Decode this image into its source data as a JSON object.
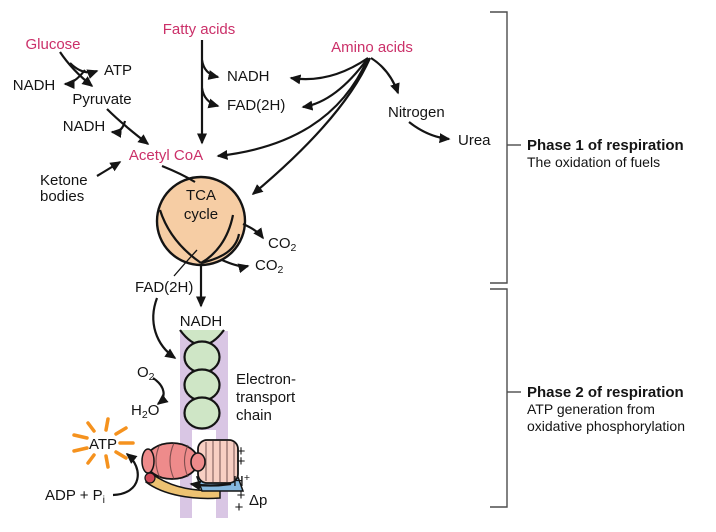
{
  "palette": {
    "ink": "#141414",
    "pink_text": "#cb3069",
    "tca_fill": "#f6cda4",
    "membrane_purple": "#d9c6e4",
    "etc_green": "#cfe6c6",
    "starburst_orange": "#f5921e",
    "synthase_dark_pink": "#ee8b8b",
    "synthase_light_pink": "#f8cfc3",
    "stalk_tan": "#edc272",
    "base_blue": "#85b7de",
    "red_dot": "#cf4a57"
  },
  "pathway": {
    "glucose": "Glucose",
    "atp": "ATP",
    "nadh_glycolysis": "NADH",
    "pyruvate": "Pyruvate",
    "nadh_pyruvate": "NADH",
    "acetyl_coa": "Acetyl CoA",
    "ketone_line1": "Ketone",
    "ketone_line2": "bodies",
    "fatty_acids": "Fatty acids",
    "nadh_fatty": "NADH",
    "fad2h_fatty": "FAD(2H)",
    "amino_acids": "Amino acids",
    "nitrogen": "Nitrogen",
    "urea": "Urea"
  },
  "tca": {
    "line1": "TCA",
    "line2": "cycle",
    "co2_base": "CO",
    "co2_sub": "2",
    "fad2h": "FAD(2H)",
    "nadh": "NADH"
  },
  "etc": {
    "o2_base": "O",
    "o2_sub": "2",
    "h2o_h": "H",
    "h2o_sub": "2",
    "h2o_o": "O",
    "label_line1": "Electron-",
    "label_line2": "transport",
    "label_line3": "chain"
  },
  "synthase": {
    "atp": "ATP",
    "adp_base": "ADP + P",
    "adp_sub": "i",
    "h_base": "H",
    "h_sup": "+",
    "delta_p": "Δp",
    "plus": "+"
  },
  "brackets": {
    "phase1_title": "Phase 1 of respiration",
    "phase1_subtitle": "The oxidation of fuels",
    "phase2_title": "Phase 2 of respiration",
    "phase2_sub1": "ATP generation from",
    "phase2_sub2": "oxidative phosphorylation"
  }
}
